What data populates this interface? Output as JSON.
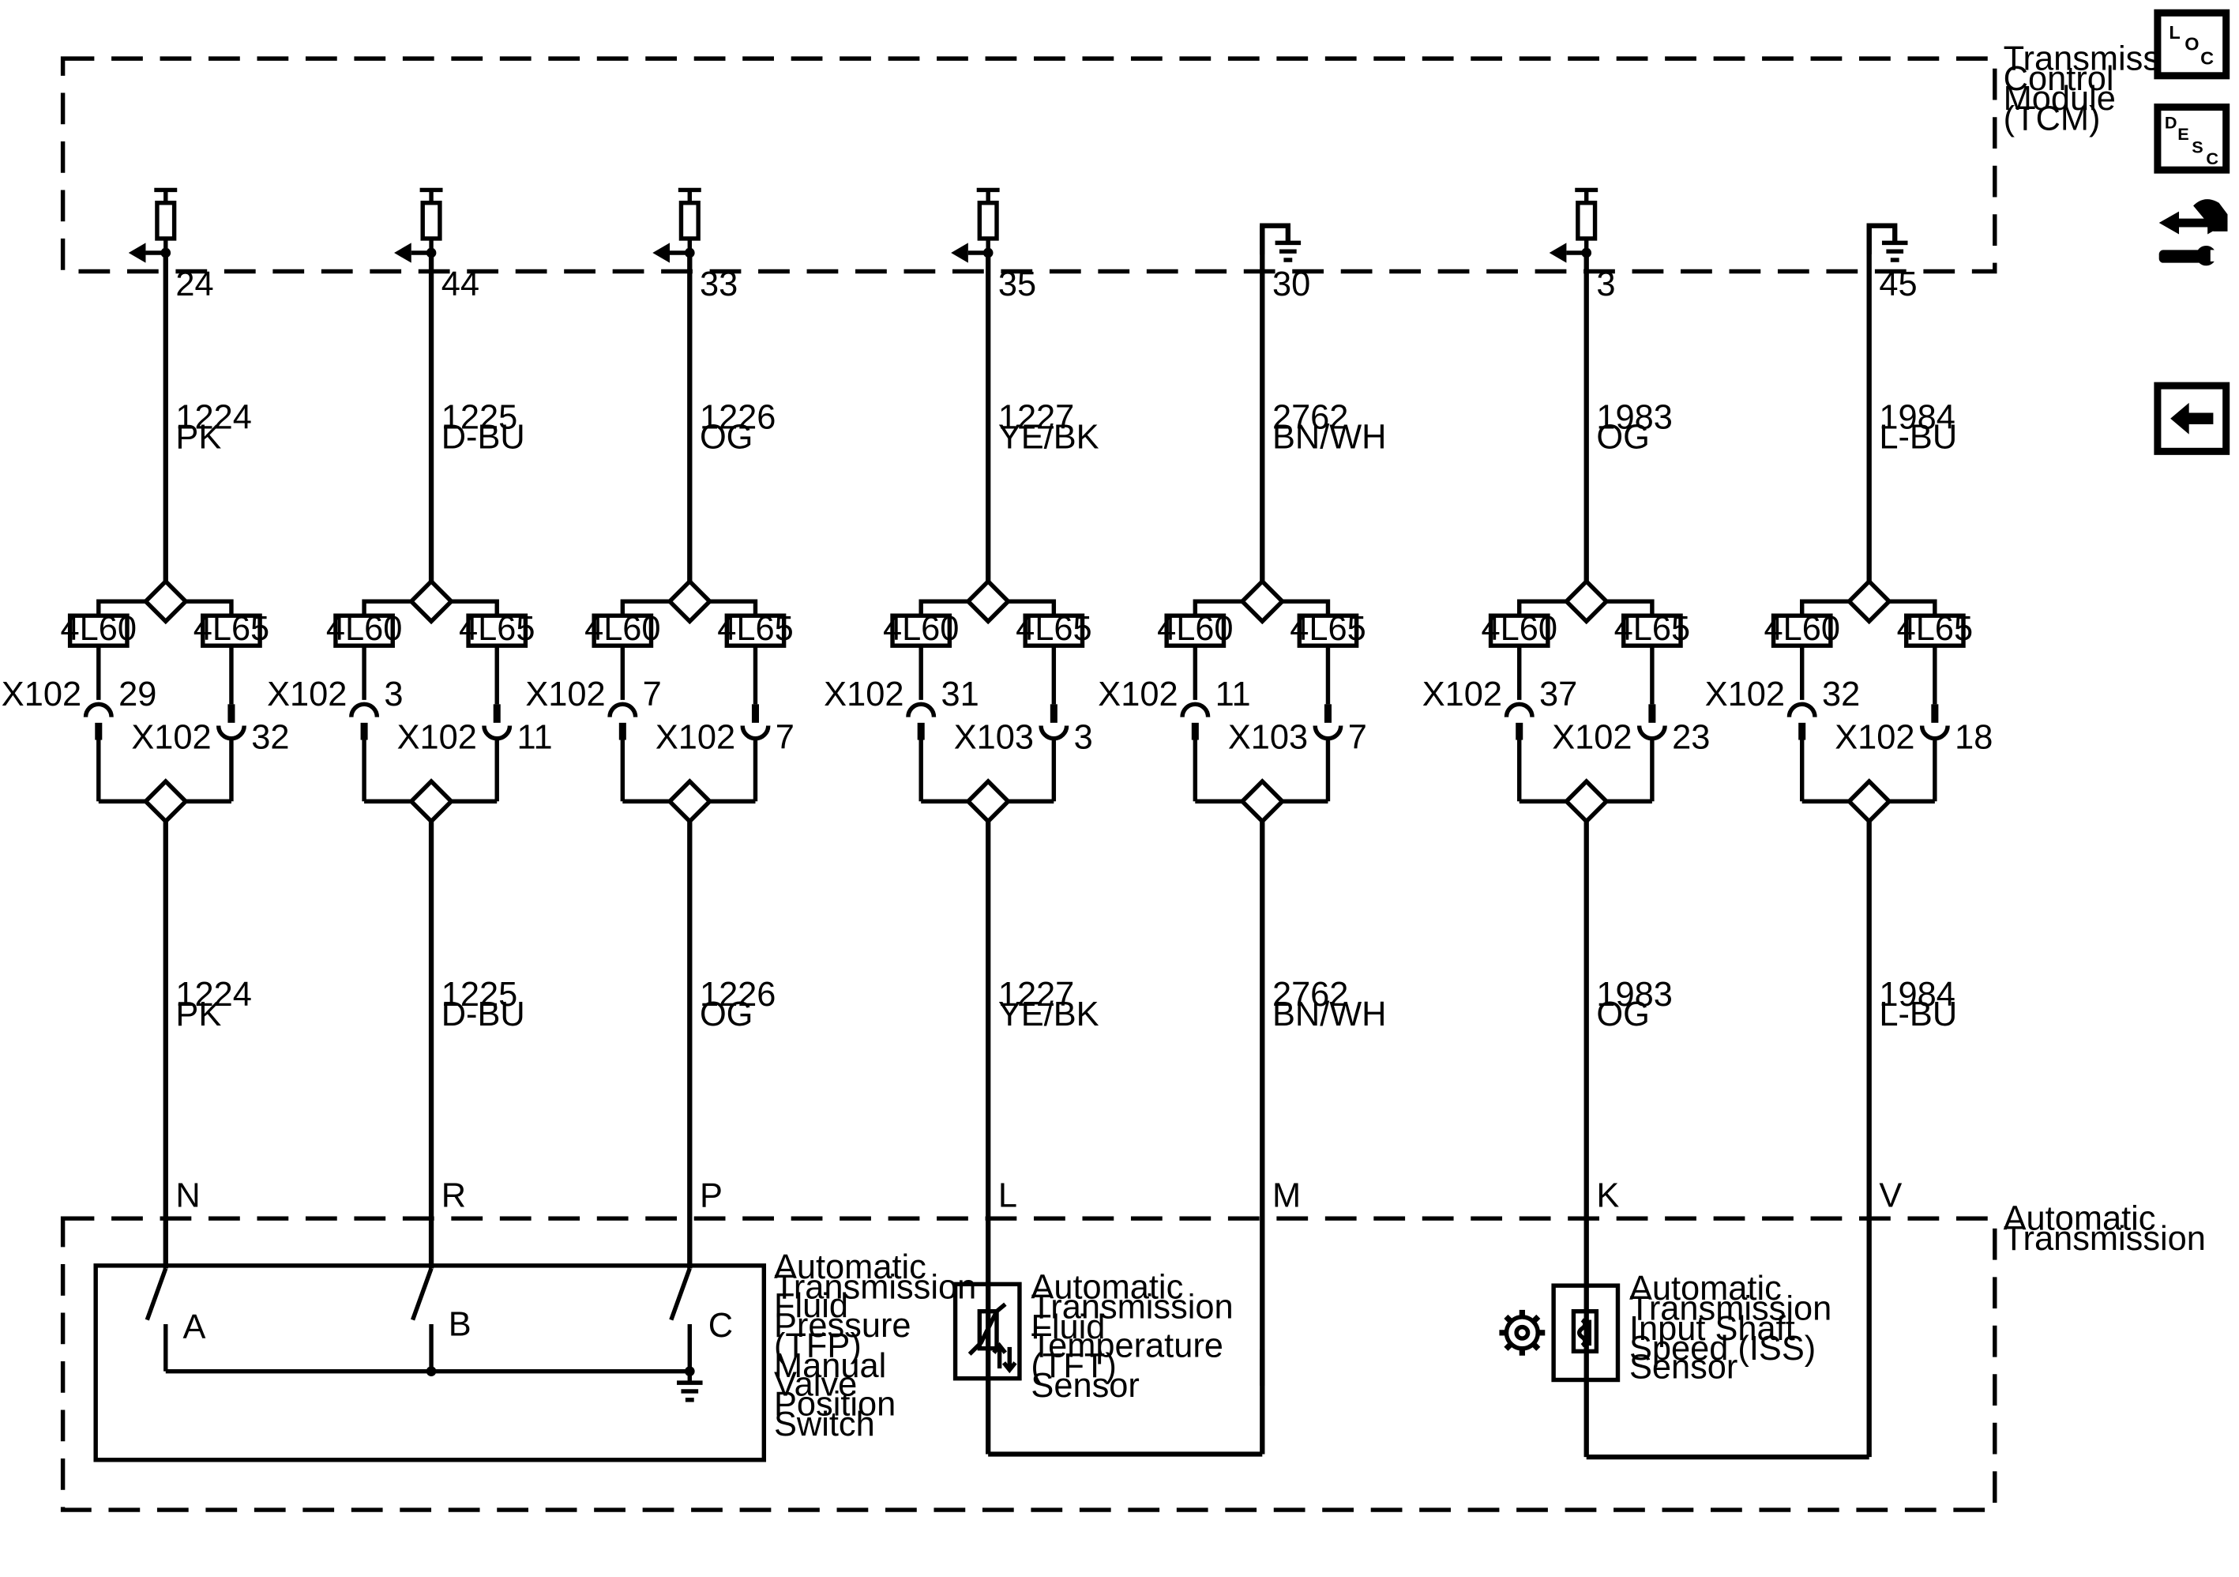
{
  "nav": {
    "loc": [
      "L",
      "O",
      "C"
    ],
    "desc": [
      "D",
      "E",
      "S",
      "C"
    ],
    "connector_icon": "connector-end-view-icon",
    "back_icon": "back-arrow-icon"
  },
  "modules": {
    "tcm": [
      "Transmission",
      "Control",
      "Module",
      "(TCM)"
    ],
    "transmission": [
      "Automatic",
      "Transmission"
    ]
  },
  "variants": [
    "4L60",
    "4L65"
  ],
  "circuits": [
    {
      "tcm_pin": "24",
      "circuit": "1224",
      "color": "PK",
      "left_conn": "X102",
      "left_pin": "29",
      "right_conn": "X102",
      "right_pin": "32",
      "trans_pin": "N"
    },
    {
      "tcm_pin": "44",
      "circuit": "1225",
      "color": "D-BU",
      "left_conn": "X102",
      "left_pin": "3",
      "right_conn": "X102",
      "right_pin": "11",
      "trans_pin": "R"
    },
    {
      "tcm_pin": "33",
      "circuit": "1226",
      "color": "OG",
      "left_conn": "X102",
      "left_pin": "7",
      "right_conn": "X102",
      "right_pin": "7",
      "trans_pin": "P"
    },
    {
      "tcm_pin": "35",
      "circuit": "1227",
      "color": "YE/BK",
      "left_conn": "X102",
      "left_pin": "31",
      "right_conn": "X103",
      "right_pin": "3",
      "trans_pin": "L"
    },
    {
      "tcm_pin": "30",
      "circuit": "2762",
      "color": "BN/WH",
      "left_conn": "X102",
      "left_pin": "11",
      "right_conn": "X103",
      "right_pin": "7",
      "trans_pin": "M"
    },
    {
      "tcm_pin": "3",
      "circuit": "1983",
      "color": "OG",
      "left_conn": "X102",
      "left_pin": "37",
      "right_conn": "X102",
      "right_pin": "23",
      "trans_pin": "K"
    },
    {
      "tcm_pin": "45",
      "circuit": "1984",
      "color": "L-BU",
      "left_conn": "X102",
      "left_pin": "32",
      "right_conn": "X102",
      "right_pin": "18",
      "trans_pin": "V"
    }
  ],
  "components": {
    "tfp_switch": {
      "label": [
        "Automatic",
        "Transmission",
        "Fluid",
        "Pressure",
        "(TFP)",
        "Manual",
        "Valve",
        "Position",
        "Switch"
      ],
      "contacts": [
        "A",
        "B",
        "C"
      ]
    },
    "tft_sensor": {
      "label": [
        "Automatic",
        "Transmission",
        "Fluid",
        "Temperature",
        "(TFT)",
        "Sensor"
      ]
    },
    "iss_sensor": {
      "label": [
        "Automatic",
        "Transmission",
        "Input Shaft",
        "Speed (ISS)",
        "Sensor"
      ],
      "icon": "gear-icon"
    }
  }
}
